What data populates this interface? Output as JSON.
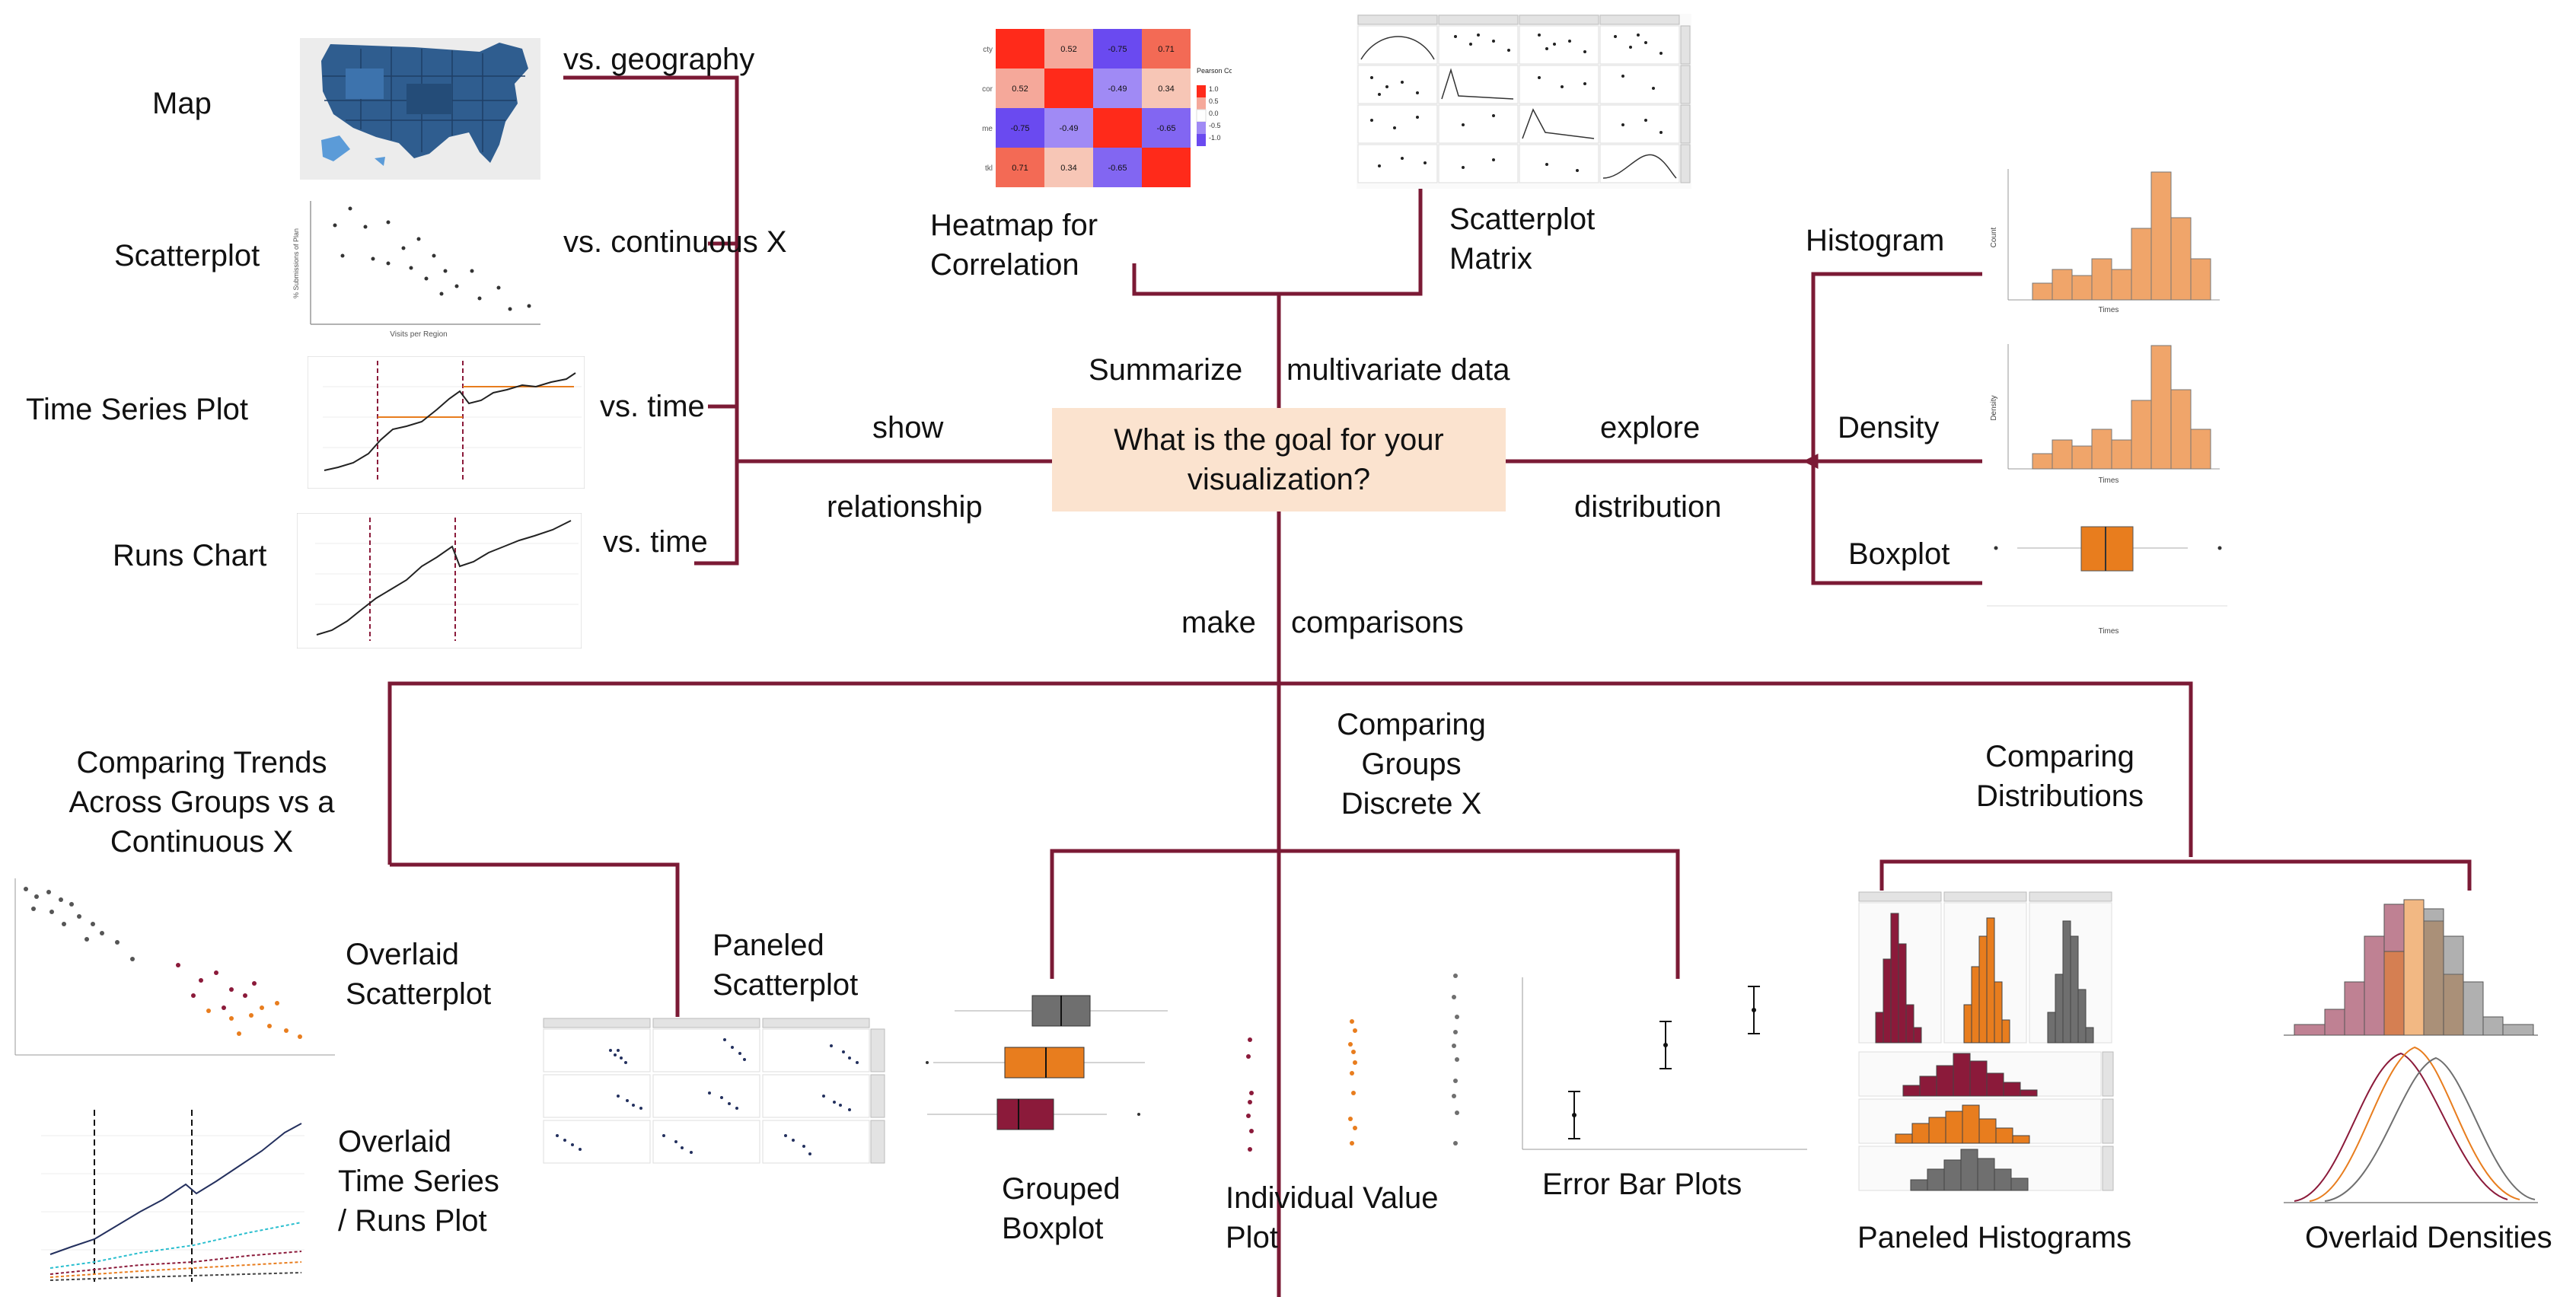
{
  "center": {
    "line1": "What is the goal for your",
    "line2": "visualization?"
  },
  "branches": {
    "show": "show",
    "relationship": "relationship",
    "summarize": "Summarize",
    "multivariate": "multivariate data",
    "explore": "explore",
    "distribution": "distribution",
    "make": "make",
    "comparisons": "comparisons"
  },
  "relationship_charts": [
    {
      "name": "Map",
      "qualifier": "vs. geography"
    },
    {
      "name": "Scatterplot",
      "qualifier": "vs. continuous X"
    },
    {
      "name": "Time Series Plot",
      "qualifier": "vs. time"
    },
    {
      "name": "Runs Chart",
      "qualifier": "vs. time"
    }
  ],
  "multivariate_charts": [
    {
      "line1": "Heatmap for",
      "line2": "Correlation"
    },
    {
      "line1": "Scatterplot",
      "line2": "Matrix"
    }
  ],
  "distribution_charts": [
    "Histogram",
    "Density",
    "Boxplot"
  ],
  "comparison_groups": {
    "trends": {
      "line1": "Comparing Trends",
      "line2": "Across Groups vs a",
      "line3": "Continuous X"
    },
    "groups": {
      "line1": "Comparing",
      "line2": "Groups",
      "line3": "Discrete X"
    },
    "distributions": {
      "line1": "Comparing",
      "line2": "Distributions"
    }
  },
  "comparison_charts": {
    "overlaid_scatter": {
      "line1": "Overlaid",
      "line2": "Scatterplot"
    },
    "paneled_scatter": {
      "line1": "Paneled",
      "line2": "Scatterplot"
    },
    "overlaid_ts": {
      "line1": "Overlaid",
      "line2": "Time Series",
      "line3": "/ Runs Plot"
    },
    "grouped_boxplot": {
      "line1": "Grouped",
      "line2": "Boxplot"
    },
    "individual_value": {
      "line1": "Individual Value",
      "line2": "Plot"
    },
    "error_bar": "Error Bar Plots",
    "paneled_hist": "Paneled Histograms",
    "overlaid_dens": "Overlaid Densities"
  },
  "heatmap": {
    "rows": [
      "cty",
      "cor",
      "me",
      "tkl"
    ],
    "cells": [
      [
        "",
        "0.52",
        "-0.75",
        "0.71"
      ],
      [
        "0.52",
        "",
        "-0.49",
        "0.34"
      ],
      [
        "-0.75",
        "-0.49",
        "",
        "-0.65"
      ],
      [
        "0.71",
        "0.34",
        "-0.65",
        ""
      ]
    ],
    "legend_title": "Pearson Correlation",
    "legend_ticks": [
      "1.0",
      "0.5",
      "0.0",
      "-0.5",
      "-1.0"
    ]
  },
  "thumb_text": {
    "scatter_xlabel": "Visits per Region",
    "scatter_ylabel": "% Submissions of Plan",
    "times": "Times",
    "count": "Count",
    "density": "Density"
  },
  "colors": {
    "connector": "#7b1a35",
    "goal_box": "#fbe3cf",
    "orange": "#e87d1e",
    "maroon": "#8b1a3a",
    "gray": "#6f6f6f",
    "map": "#2f5d8f",
    "histogram": "#f0a56a"
  }
}
